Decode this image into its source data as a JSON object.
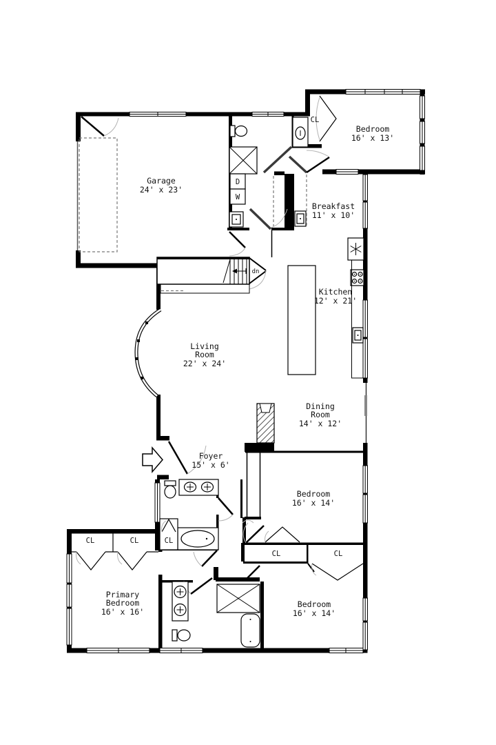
{
  "plan": {
    "rooms": {
      "garage": {
        "name": "Garage",
        "dims": "24' x 23'"
      },
      "bedroom_tr": {
        "name": "Bedroom",
        "dims": "16' x 13'"
      },
      "breakfast": {
        "name": "Breakfast",
        "dims": "11' x 10'"
      },
      "kitchen": {
        "name": "Kitchen",
        "dims": "12' x 21'"
      },
      "living": {
        "line1": "Living",
        "line2": "Room",
        "dims": "22' x 24'"
      },
      "dining": {
        "line1": "Dining",
        "line2": "Room",
        "dims": "14' x 12'"
      },
      "foyer": {
        "name": "Foyer",
        "dims": "15' x 6'"
      },
      "bedroom_mid": {
        "name": "Bedroom",
        "dims": "16' x 14'"
      },
      "primary": {
        "line1": "Primary",
        "line2": "Bedroom",
        "dims": "16' x 16'"
      },
      "bedroom_bottom": {
        "name": "Bedroom",
        "dims": "16' x 14'"
      }
    },
    "labels": {
      "closet": "CL",
      "dryer": "D",
      "washer": "W",
      "down": "dn"
    },
    "colors": {
      "wall": "#000000",
      "background": "#ffffff",
      "door_swing": "#b3b3b3"
    }
  }
}
